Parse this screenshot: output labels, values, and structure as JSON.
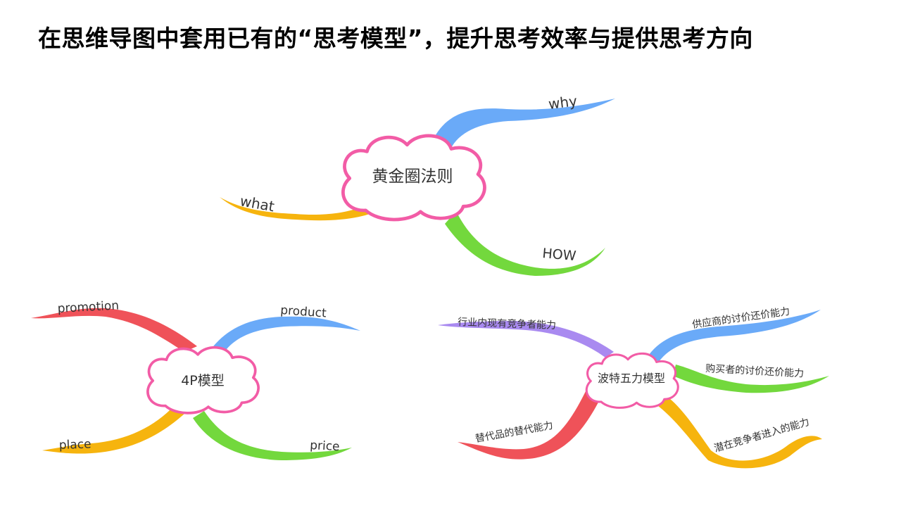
{
  "page": {
    "title": "在思维导图中套用已有的“思考模型”，提升思考效率与提供思考方向"
  },
  "maps": [
    {
      "id": "golden-circle",
      "center": "黄金圈法则",
      "branches": [
        {
          "label": "why",
          "color": "#6aaaf8"
        },
        {
          "label": "what",
          "color": "#f6b40e"
        },
        {
          "label": "HOW",
          "color": "#73d83d"
        }
      ]
    },
    {
      "id": "4p",
      "center": "4P模型",
      "branches": [
        {
          "label": "promotion",
          "color": "#ef5259"
        },
        {
          "label": "product",
          "color": "#6aaaf8"
        },
        {
          "label": "place",
          "color": "#f6b40e"
        },
        {
          "label": "price",
          "color": "#73d83d"
        }
      ]
    },
    {
      "id": "five-forces",
      "center": "波特五力模型",
      "branches": [
        {
          "label": "行业内现有竞争者能力",
          "color": "#a98af0"
        },
        {
          "label": "供应商的讨价还价能力",
          "color": "#6aaaf8"
        },
        {
          "label": "购买者的讨价还价能力",
          "color": "#73d83d"
        },
        {
          "label": "替代品的替代能力",
          "color": "#ef5259"
        },
        {
          "label": "潜在竞争者进入的能力",
          "color": "#f6b40e"
        }
      ]
    }
  ],
  "colors": {
    "cloud_border": "#f25ca6",
    "cloud_fill": "#ffffff"
  }
}
